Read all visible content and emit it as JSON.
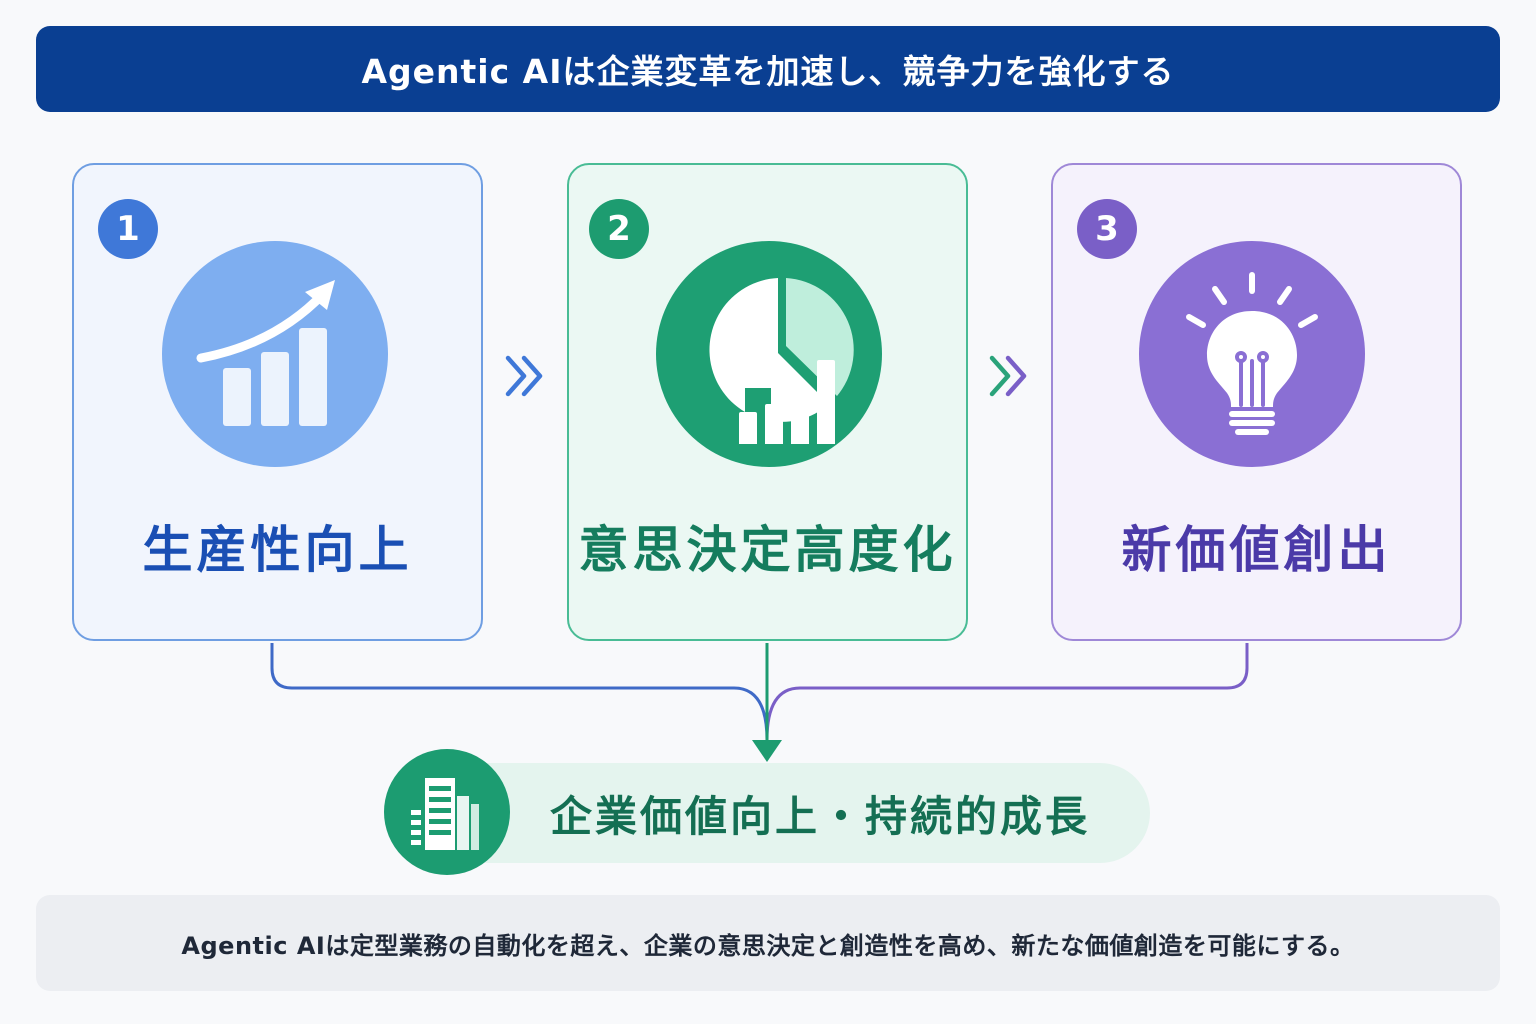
{
  "header": {
    "title": "Agentic AIは企業変革を加速し、競争力を強化する"
  },
  "steps": [
    {
      "number": "1",
      "title": "生産性向上",
      "icon": "growth-chart-icon",
      "color": "#3f78d8"
    },
    {
      "number": "2",
      "title": "意思決定高度化",
      "icon": "pie-bar-chart-icon",
      "color": "#1d9c70"
    },
    {
      "number": "3",
      "title": "新価値創出",
      "icon": "lightbulb-icon",
      "color": "#7a5fc7"
    }
  ],
  "result": {
    "label": "企業価値向上・持続的成長",
    "icon": "building-icon"
  },
  "footer": {
    "text": "Agentic AIは定型業務の自動化を超え、企業の意思決定と創造性を高め、新たな価値創造を可能にする。"
  },
  "colors": {
    "header_bg": "#0a3f92",
    "blue": "#3f78d8",
    "green": "#1d9c70",
    "purple": "#7a5fc7"
  }
}
